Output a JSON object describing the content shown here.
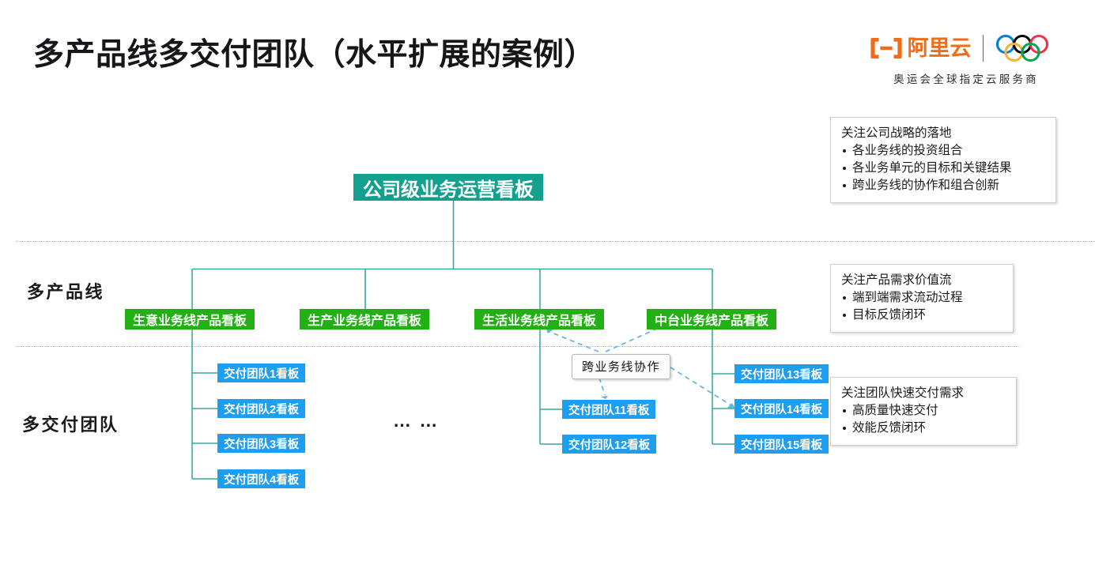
{
  "header": {
    "title": "多产品线多交付团队（水平扩展的案例）",
    "brand_word": "阿里云",
    "brand_tagline": "奥运会全球指定云服务商",
    "brand_color": "#ef6c18"
  },
  "row_labels": {
    "product_lines": "多产品线",
    "delivery_teams": "多交付团队"
  },
  "company_node": {
    "label": "公司级业务运营看板",
    "color": "#13a08f"
  },
  "product_lines": [
    {
      "label": "生意业务线产品看板",
      "color": "#22b014"
    },
    {
      "label": "生产业务线产品看板",
      "color": "#22b014"
    },
    {
      "label": "生活业务线产品看板",
      "color": "#22b014"
    },
    {
      "label": "中台业务线产品看板",
      "color": "#22b014"
    }
  ],
  "delivery_teams": {
    "color": "#1e9ef0",
    "group_business": [
      {
        "label": "交付团队1看板"
      },
      {
        "label": "交付团队2看板"
      },
      {
        "label": "交付团队3看板"
      },
      {
        "label": "交付团队4看板"
      }
    ],
    "group_life": [
      {
        "label": "交付团队11看板"
      },
      {
        "label": "交付团队12看板"
      }
    ],
    "group_midend": [
      {
        "label": "交付团队13看板"
      },
      {
        "label": "交付团队14看板"
      },
      {
        "label": "交付团队15看板"
      }
    ],
    "ellipsis": "… …"
  },
  "collab_annotation": {
    "label": "跨业务线协作"
  },
  "notes": {
    "company": {
      "title": "关注公司战略的落地",
      "items": [
        "各业务线的投资组合",
        "各业务单元的目标和关键结果",
        "跨业务线的协作和组合创新"
      ]
    },
    "product": {
      "title": "关注产品需求价值流",
      "items": [
        "端到端需求流动过程",
        "目标反馈闭环"
      ]
    },
    "team": {
      "title": "关注团队快速交付需求",
      "items": [
        "高质量快速交付",
        "效能反馈闭环"
      ]
    }
  }
}
